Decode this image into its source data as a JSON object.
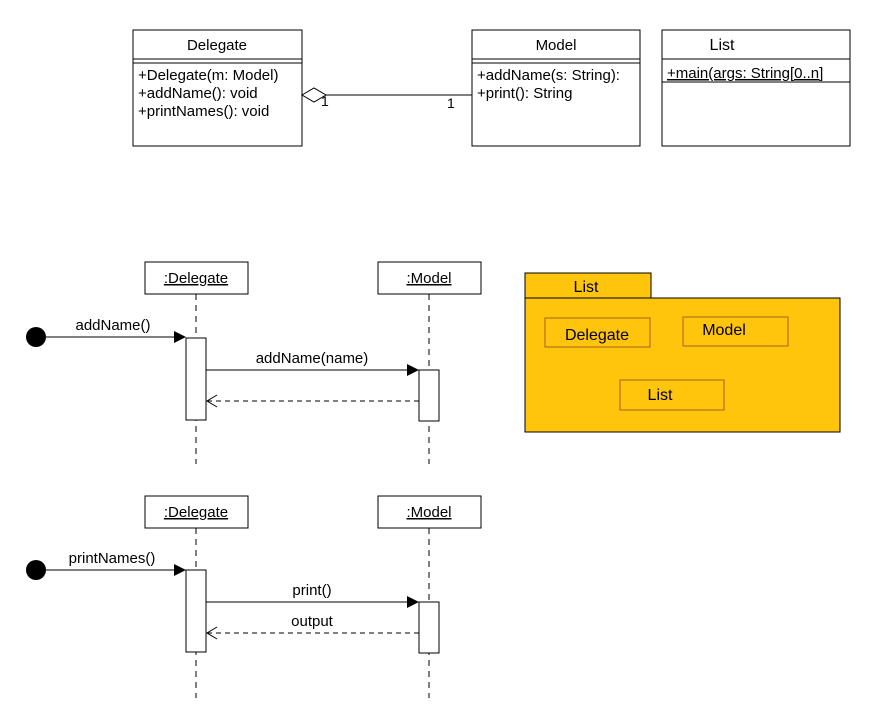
{
  "class_diagram": {
    "delegate": {
      "name": "Delegate",
      "ops": [
        "+Delegate(m: Model)",
        "+addName(): void",
        "+printNames(): void"
      ]
    },
    "model": {
      "name": "Model",
      "ops": [
        "+addName(s: String):",
        "+print(): String"
      ]
    },
    "list": {
      "name": "List",
      "ops": [
        "+main(args: String[0..n]"
      ]
    },
    "association": {
      "mult_delegate": "1",
      "mult_model": "1"
    }
  },
  "sequence_add": {
    "lifeline_delegate": ":Delegate",
    "lifeline_model": ":Model",
    "found_message": "addName()",
    "call_message": "addName(name)",
    "return_message": ""
  },
  "sequence_print": {
    "lifeline_delegate": ":Delegate",
    "lifeline_model": ":Model",
    "found_message": "printNames()",
    "call_message": "print()",
    "return_message": "output"
  },
  "package": {
    "name": "List",
    "classes": [
      "Delegate",
      "Model",
      "List"
    ],
    "fill_color": "#ffc40c",
    "inner_border_color": "#a0621f"
  }
}
